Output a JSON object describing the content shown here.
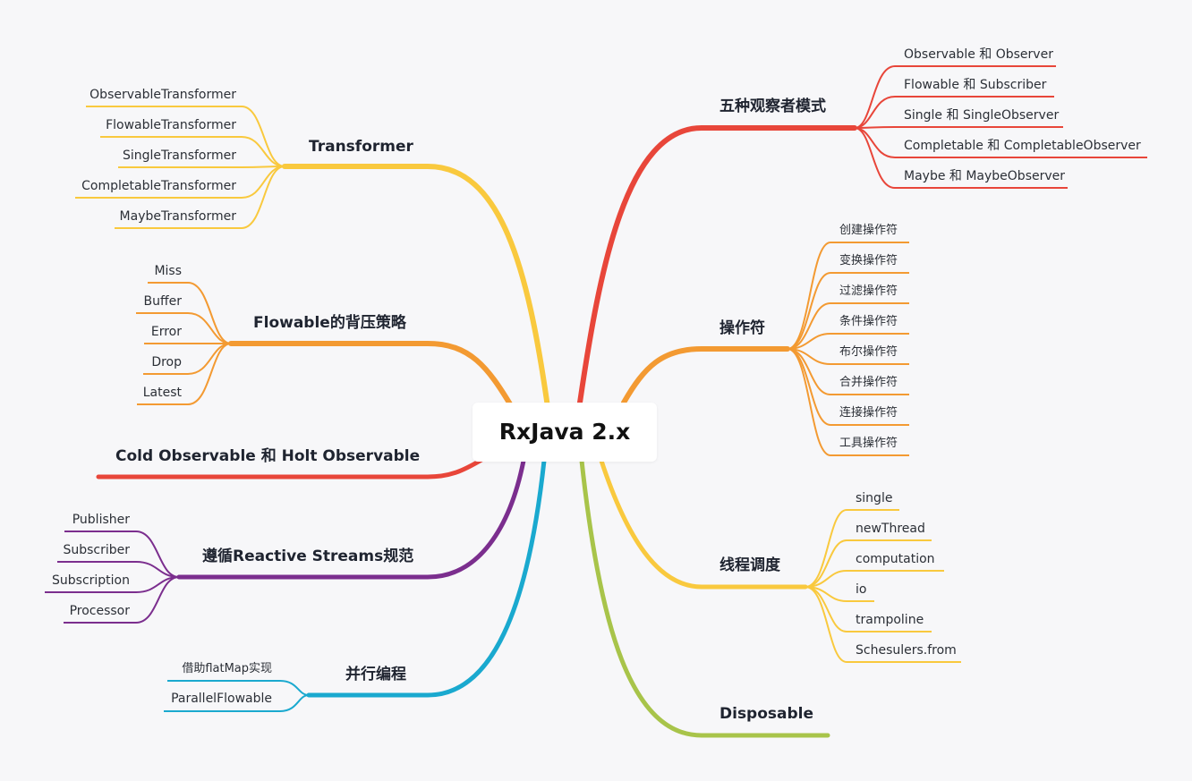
{
  "root": {
    "title": "RxJava 2.x"
  },
  "colors": {
    "red": "#e8463a",
    "orange": "#f39a32",
    "yellow": "#f9c93e",
    "green": "#a8c44a",
    "purple": "#7b2e8e",
    "cyan": "#1aa9cf"
  },
  "branches": {
    "observer_modes": {
      "title": "五种观察者模式",
      "items": [
        "Observable 和 Observer",
        "Flowable 和 Subscriber",
        "Single 和 SingleObserver",
        "Completable 和 CompletableObserver",
        "Maybe 和 MaybeObserver"
      ]
    },
    "operators": {
      "title": "操作符",
      "items": [
        "创建操作符",
        "变换操作符",
        "过滤操作符",
        "条件操作符",
        "布尔操作符",
        "合并操作符",
        "连接操作符",
        "工具操作符"
      ]
    },
    "schedulers": {
      "title": "线程调度",
      "items": [
        "single",
        "newThread",
        "computation",
        "io",
        "trampoline",
        "Schesulers.from"
      ]
    },
    "disposable": {
      "title": "Disposable"
    },
    "transformer": {
      "title": "Transformer",
      "items": [
        "ObservableTransformer",
        "FlowableTransformer",
        "SingleTransformer",
        "CompletableTransformer",
        "MaybeTransformer"
      ]
    },
    "backpressure": {
      "title": "Flowable的背压策略",
      "items": [
        "Miss",
        "Buffer",
        "Error",
        "Drop",
        "Latest"
      ]
    },
    "cold_hot": {
      "title": "Cold Observable 和 Holt Observable"
    },
    "reactive_streams": {
      "title": "遵循Reactive Streams规范",
      "items": [
        "Publisher",
        "Subscriber",
        "Subscription",
        "Processor"
      ]
    },
    "parallel": {
      "title": "并行编程",
      "items": [
        "借助flatMap实现",
        "ParallelFlowable"
      ]
    }
  }
}
